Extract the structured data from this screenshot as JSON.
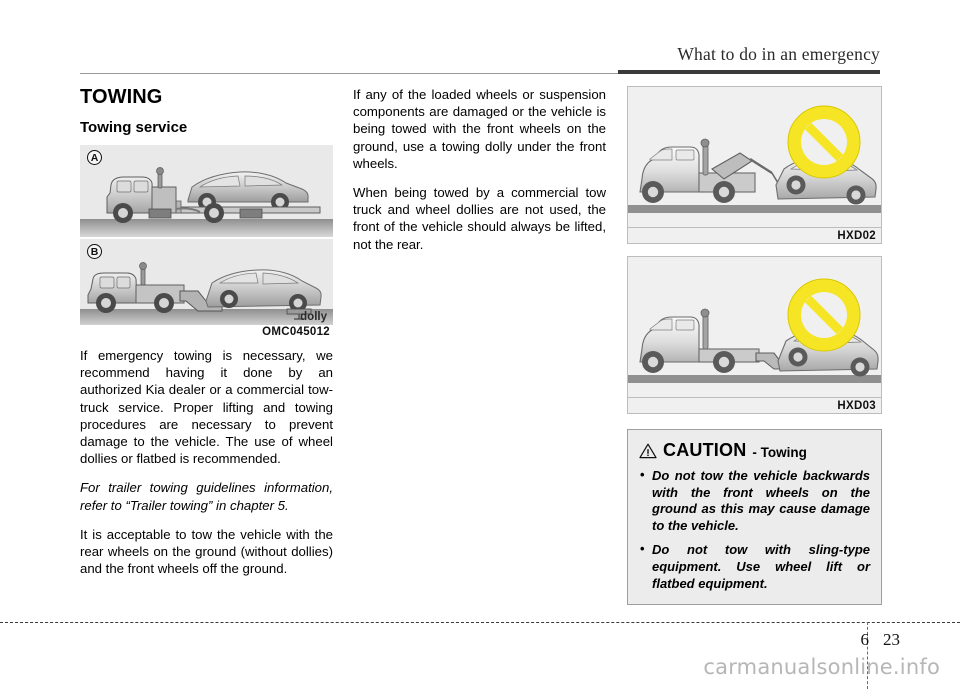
{
  "header": {
    "title": "What to do in an emergency"
  },
  "section": {
    "title": "TOWING",
    "subtitle": "Towing service"
  },
  "figures": {
    "left": {
      "code": "OMC045012",
      "badge_a": "A",
      "badge_b": "B",
      "note_dolly": "dolly"
    },
    "right_top": {
      "code": "HXD02"
    },
    "right_bottom": {
      "code": "HXD03"
    }
  },
  "column_left": {
    "paragraphs": [
      "If emergency towing is necessary, we recommend having it done by an authorized Kia dealer or a commercial tow-truck service. Proper lifting and towing procedures are necessary to prevent damage to the vehicle. The use of wheel dollies or flatbed is recommended.",
      "For trailer towing guidelines information, refer to “Trailer towing” in chapter 5.",
      "It is acceptable to tow the vehicle with the rear wheels on the ground (without dollies) and the front wheels off the ground."
    ]
  },
  "column_middle": {
    "paragraphs": [
      "If any of the loaded wheels or suspension components are damaged or the vehicle is being towed with the front wheels on the ground, use a towing dolly under the front wheels.",
      "When being towed by a commercial tow truck and wheel dollies are not used, the front of the vehicle should always be lifted, not the rear."
    ]
  },
  "caution": {
    "icon": "warning-triangle-icon",
    "word": "CAUTION",
    "subject": "- Towing",
    "items": [
      "Do not tow the vehicle backwards with the front wheels on the ground as this may cause damage to the vehicle.",
      "Do not tow with sling-type equipment. Use wheel lift or flatbed equipment."
    ]
  },
  "footer": {
    "chapter": "6",
    "page": "23",
    "watermark": "carmanualsonline.info"
  },
  "colors": {
    "caution_bg": "#ececec",
    "caution_border": "#9e9e9e",
    "rule_dark": "#3a3a3a",
    "prohibition_yellow": "#f5e524",
    "figure_bg": "#e8e8e8"
  }
}
